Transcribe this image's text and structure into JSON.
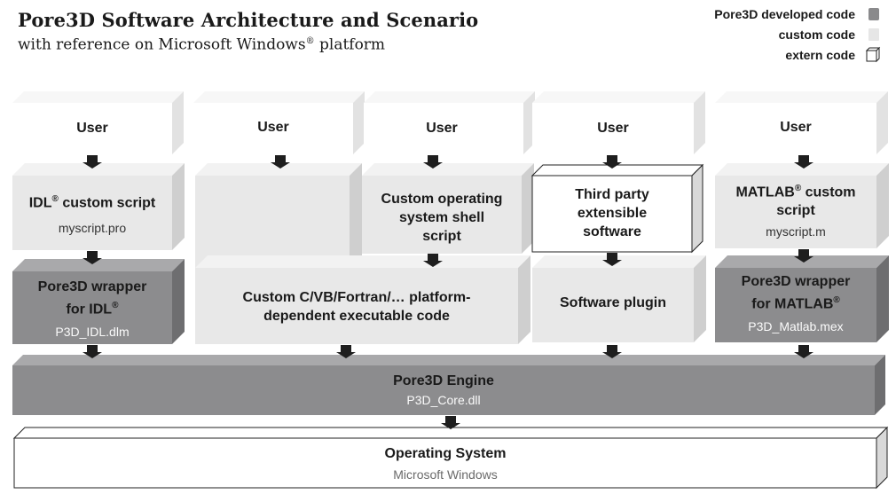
{
  "header": {
    "title": "Pore3D Software Architecture and Scenario",
    "subtitle_pre": "with reference on Microsoft Windows",
    "subtitle_sup": "®",
    "subtitle_post": " platform"
  },
  "legend": {
    "items": [
      {
        "label": "Pore3D developed code",
        "kind": "developed",
        "color": "#8a8a8c"
      },
      {
        "label": "custom code",
        "kind": "custom",
        "color": "#e6e6e6"
      },
      {
        "label": "extern code",
        "kind": "extern",
        "color": "#ffffff"
      }
    ]
  },
  "colors": {
    "developed": "#8c8c8e",
    "developed_top": "#a9a9ab",
    "developed_side": "#6e6e70",
    "custom": "#e8e8e8",
    "custom_top": "#f2f2f2",
    "custom_side": "#cfcfcf",
    "extern": "#ffffff",
    "extern_side": "#d9d9d9",
    "arrow": "#1e1e1e"
  },
  "columns": [
    {
      "user": "User",
      "layer1": {
        "title": "IDL",
        "title_sup": "®",
        "title_post": " custom script",
        "file": "myscript.pro",
        "kind": "custom"
      },
      "layer2": {
        "title_line1": "Pore3D wrapper",
        "title_line2": "for IDL",
        "title_sup": "®",
        "file": "P3D_IDL.dlm",
        "kind": "developed"
      }
    },
    {
      "user": "User",
      "layer_combined": {
        "title_line1": "Custom C/VB/Fortran/… platform-",
        "title_line2": "dependent executable code",
        "kind": "custom"
      }
    },
    {
      "user": "User",
      "layer1": {
        "title_line1": "Custom operating",
        "title_line2": "system shell",
        "title_line3": "script",
        "kind": "custom"
      }
    },
    {
      "user": "User",
      "layer1": {
        "title_line1": "Third party",
        "title_line2": "extensible",
        "title_line3": "software",
        "kind": "extern"
      },
      "layer2": {
        "title": "Software plugin",
        "kind": "custom"
      }
    },
    {
      "user": "User",
      "layer1": {
        "title": "MATLAB",
        "title_sup": "®",
        "title_post": " custom",
        "title_line2": "script",
        "file": "myscript.m",
        "kind": "custom"
      },
      "layer2": {
        "title_line1": "Pore3D wrapper",
        "title_line2": "for MATLAB",
        "title_sup": "®",
        "file": "P3D_Matlab.mex",
        "kind": "developed"
      }
    }
  ],
  "engine": {
    "title": "Pore3D Engine",
    "file": "P3D_Core.dll",
    "kind": "developed"
  },
  "os": {
    "title": "Operating System",
    "subtitle": "Microsoft Windows",
    "kind": "extern"
  }
}
